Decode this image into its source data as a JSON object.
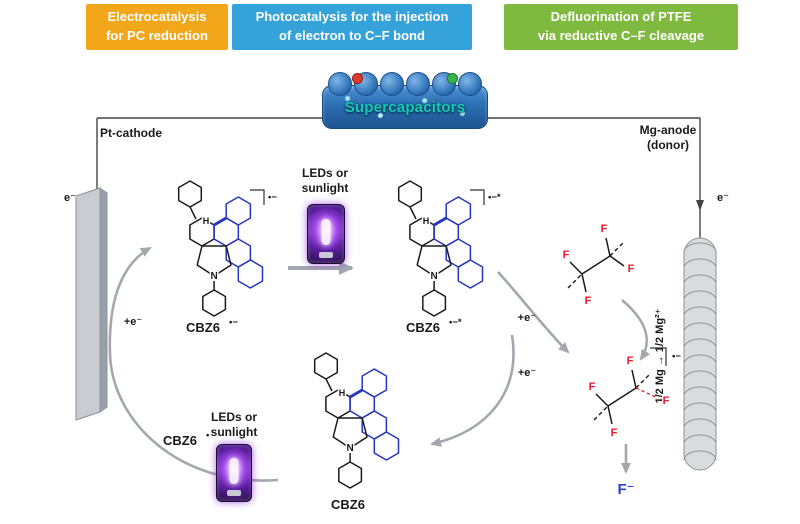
{
  "header": {
    "boxes": [
      {
        "id": "electrocatalysis",
        "label": "Electrocatalysis\nfor PC reduction",
        "bg": "#f2a71b"
      },
      {
        "id": "photocatalysis",
        "label": "Photocatalysis for the injection\nof electron to C–F bond",
        "bg": "#35a3d9"
      },
      {
        "id": "defluorination",
        "label": "Defluorination of PTFE\nvia reductive C–F cleavage",
        "bg": "#7fb93f"
      }
    ]
  },
  "supercapacitor": {
    "label": "Supercapacitors",
    "label_color": "#17c9b5"
  },
  "cell": {
    "cathode_label": "Pt-cathode",
    "anode_line1": "Mg-anode",
    "anode_line2": "(donor)",
    "anode_reaction": "1/2 Mg → 1/2 Mg²⁺",
    "electron": "e⁻"
  },
  "photo": {
    "leds_top": "LEDs or\nsunlight",
    "leds_bottom": "LEDs or\nsunlight"
  },
  "steps": {
    "plus_e_cathode": "+e⁻",
    "plus_e_transfer_1": "+e⁻",
    "plus_e_transfer_2": "+e⁻"
  },
  "molecules": {
    "anion": {
      "name": "CBZ6",
      "charge": "•−"
    },
    "excited": {
      "name": "CBZ6",
      "charge": "•−*"
    },
    "radical": {
      "name": "CBZ6",
      "charge": "•"
    },
    "neutral": {
      "name": "CBZ6",
      "charge": ""
    },
    "atoms": {
      "n": "N",
      "h": "H"
    },
    "accent_color": "#2636c0"
  },
  "ptfe": {
    "fluorine": "F",
    "fluorine_color": "#e8192c",
    "radical_anion_charge": "•−",
    "fluoride": "F⁻",
    "fluoride_color": "#2b3fd6"
  }
}
